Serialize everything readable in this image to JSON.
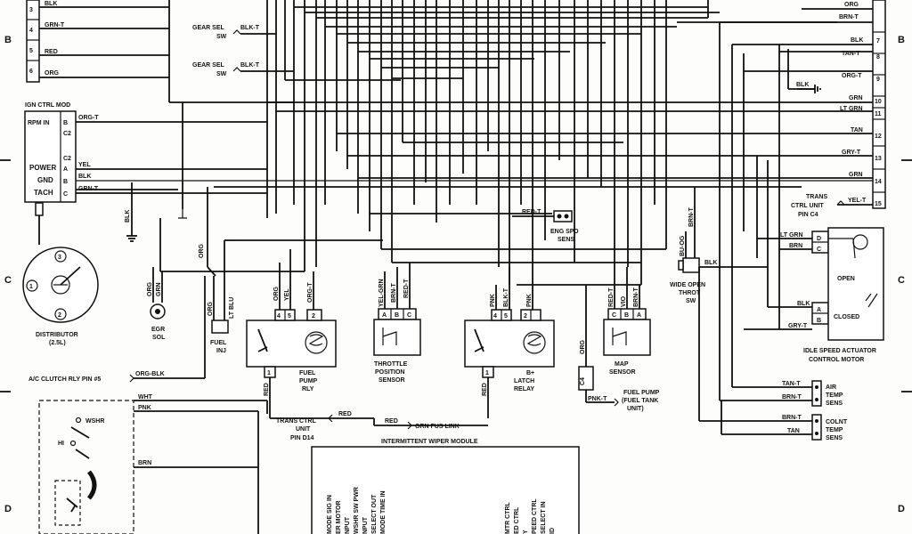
{
  "grid": {
    "b": "B",
    "c": "C",
    "d": "D"
  },
  "connector_left": {
    "pins": [
      "3",
      "4",
      "5",
      "6"
    ],
    "wires": [
      "BLK",
      "GRN-T",
      "RED",
      "ORG"
    ]
  },
  "gear_sel_1": {
    "name": "GEAR SEL",
    "sw": "SW",
    "wire": "BLK-T"
  },
  "gear_sel_2": {
    "name": "GEAR SEL",
    "sw": "SW",
    "wire": "BLK-T"
  },
  "ign_ctrl_mod": {
    "title": "IGN CTRL MOD",
    "rpm_in": "RPM IN",
    "rpm_pin": "B",
    "rpm_wire": "ORG-T",
    "c2": "C2",
    "c2b": "C2",
    "power": "POWER",
    "power_pin": "A",
    "power_wire": "YEL",
    "gnd": "GND",
    "gnd_pin": "B",
    "gnd_wire": "BLK",
    "tach": "TACH",
    "tach_pin": "C",
    "tach_wire": "GRN-T",
    "ground_wire": "BLK"
  },
  "distributor": {
    "name": "DISTRIBUTOR",
    "sub": "(2.5L)",
    "p1": "1",
    "p2": "2",
    "p3": "3"
  },
  "egr_sol": {
    "name": "EGR",
    "sub": "SOL",
    "w1": "ORG",
    "w2": "GRN",
    "w3": "ORG"
  },
  "fuel_inj": {
    "name": "FUEL",
    "sub": "INJ",
    "w1": "ORG",
    "w2": "LT BLU"
  },
  "fuel_pump_rly": {
    "name": "FUEL",
    "sub1": "PUMP",
    "sub2": "RLY",
    "w1": "ORG",
    "w2": "YEL",
    "w3": "ORG-T",
    "p4": "4",
    "p5": "5",
    "p2": "2",
    "p1": "1",
    "w_red": "RED"
  },
  "tps": {
    "name": "THROTTLE",
    "sub1": "POSITION",
    "sub2": "SENSOR",
    "w1": "YEL-GRN",
    "w2": "BRN-T",
    "w3": "RED-T",
    "pa": "A",
    "pb": "B",
    "pc": "C"
  },
  "latch_relay": {
    "name": "B+",
    "sub1": "LATCH",
    "sub2": "RELAY",
    "w1": "PNK",
    "w2": "BLK-T",
    "w3": "PNK",
    "p4": "4",
    "p5": "5",
    "p2": "2",
    "p1": "1",
    "w_red": "RED"
  },
  "map_sensor": {
    "name": "MAP",
    "sub": "SENSOR",
    "w1": "RED-T",
    "w2": "VIO",
    "w3": "BRN-T",
    "pc": "C",
    "pb": "B",
    "pa": "A"
  },
  "eng_spd": {
    "name": "ENG SPD",
    "sub": "SENS",
    "wire": "RED-T"
  },
  "connector_right": {
    "pins": [
      "7",
      "8",
      "9",
      "10",
      "11",
      "12",
      "13",
      "14",
      "15"
    ],
    "wires": [
      "BLK",
      "TAN-T",
      "ORG-T",
      "GRN",
      "LT GRN",
      "TAN",
      "GRY-T",
      "GRN",
      "YEL-T"
    ],
    "top_wires": [
      "ORG",
      "BRN-T"
    ],
    "ground_wire": "BLK"
  },
  "trans_ctrl_c4": {
    "l1": "TRANS",
    "l2": "CTRL UNIT",
    "l3": "PIN C4"
  },
  "wot_sw": {
    "name": "WIDE OPEN",
    "sub1": "THROT",
    "sub2": "SW",
    "w1": "BU-OG",
    "w2": "BRN-T",
    "w3": "BLK"
  },
  "isa_motor": {
    "name": "IDLE SPEED ACTUATOR",
    "sub": "CONTROL MOTOR",
    "open": "OPEN",
    "closed": "CLOSED",
    "w1": "LT GRN",
    "w2": "BRN",
    "w3": "BLK",
    "w4": "GRY-T",
    "pd": "D",
    "pc": "C",
    "pa": "A",
    "pb": "B"
  },
  "air_temp": {
    "name": "AIR",
    "sub1": "TEMP",
    "sub2": "SENS",
    "w1": "TAN-T",
    "w2": "BRN-T"
  },
  "colnt_temp": {
    "name": "COLNT",
    "sub1": "TEMP",
    "sub2": "SENS",
    "w1": "BRN-T",
    "w2": "TAN"
  },
  "fuel_pump_tank": {
    "name": "FUEL PUMP",
    "sub1": "(FUEL TANK",
    "sub2": "UNIT)",
    "wire": "PNK-T",
    "c4": "C4",
    "org": "ORG"
  },
  "ac_clutch": {
    "label": "A/C CLUTCH RLY PIN #5",
    "wire": "ORG-BLK"
  },
  "wiper_switch": {
    "wshr": "WSHR",
    "hi": "HI",
    "w1": "WHT",
    "w2": "PNK",
    "w3": "BRN"
  },
  "trans_ctrl_d14": {
    "l1": "TRANS CTRL",
    "l2": "UNIT",
    "l3": "PIN D14",
    "wire": "RED"
  },
  "grn_fus_link": {
    "label": "GRN FUS LINK",
    "wire": "RED"
  },
  "wiper_module": {
    "title": "INTERMITTENT WIPER MODULE",
    "left_labels": [
      "MODE SIG IN",
      "ER MOTOR",
      "NPUT",
      "WSHR SW PWR",
      "NPUT",
      "SELECT OUT",
      "MODE TIME IN"
    ],
    "right_labels": [
      "MTR CTRL",
      "ED CTRL",
      "Y",
      "PEED CTRL",
      "SELECT IN",
      "ID"
    ]
  }
}
